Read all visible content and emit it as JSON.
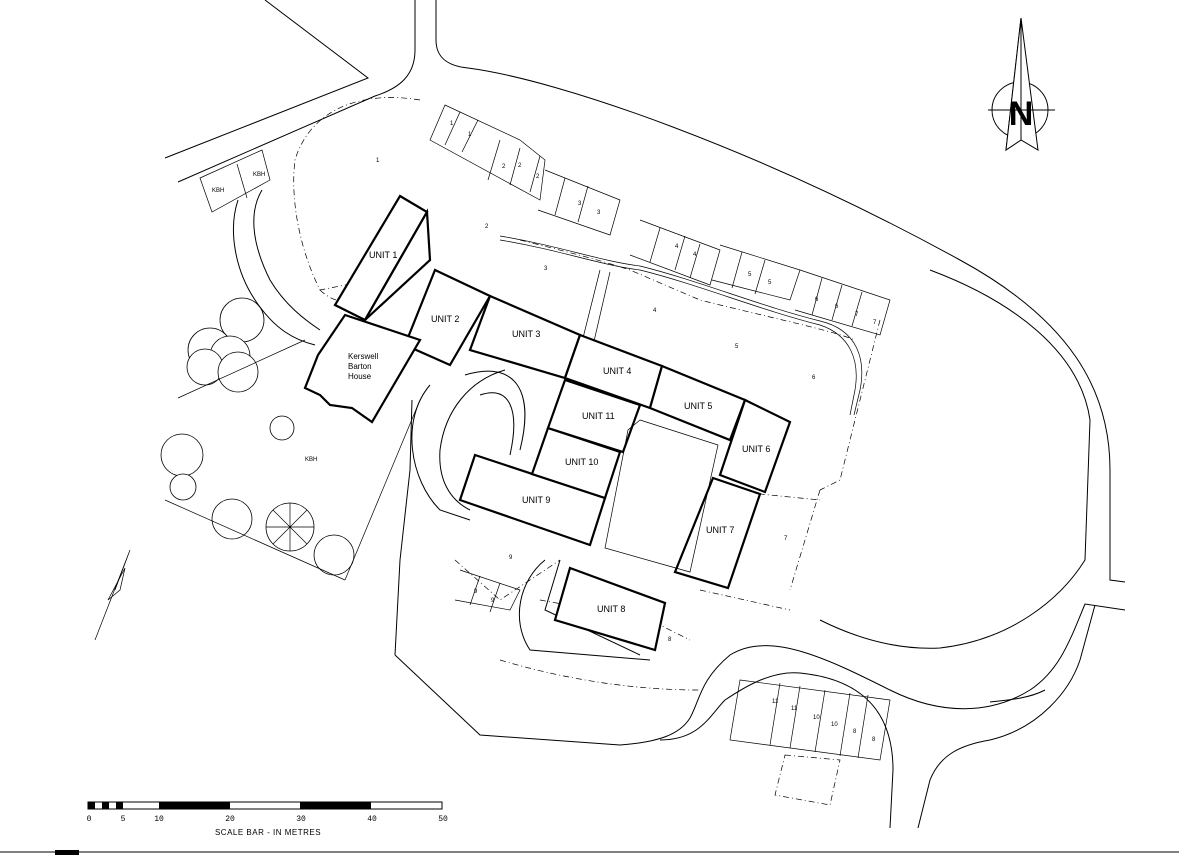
{
  "units": [
    {
      "id": "u1",
      "label": "UNIT 1"
    },
    {
      "id": "u2",
      "label": "UNIT 2"
    },
    {
      "id": "u3",
      "label": "UNIT 3"
    },
    {
      "id": "u4",
      "label": "UNIT 4"
    },
    {
      "id": "u5",
      "label": "UNIT 5"
    },
    {
      "id": "u6",
      "label": "UNIT 6"
    },
    {
      "id": "u7",
      "label": "UNIT 7"
    },
    {
      "id": "u8",
      "label": "UNIT 8"
    },
    {
      "id": "u9",
      "label": "UNIT 9"
    },
    {
      "id": "u10",
      "label": "UNIT 10"
    },
    {
      "id": "u11",
      "label": "UNIT 11"
    }
  ],
  "house": {
    "line1": "Kerswell",
    "line2": "Barton",
    "line3": "House",
    "code": "KBH"
  },
  "plot_labels": [
    "1",
    "1",
    "1",
    "2",
    "2",
    "2",
    "2",
    "3",
    "3",
    "3",
    "4",
    "4",
    "4",
    "5",
    "5",
    "5",
    "6",
    "6",
    "6",
    "7",
    "7",
    "7",
    "8",
    "9",
    "9",
    "9",
    "10",
    "10",
    "11",
    "11",
    "8",
    "8",
    "KBH",
    "KBH"
  ],
  "north": {
    "letter": "N"
  },
  "scale_bar": {
    "ticks": [
      "0",
      "5",
      "10",
      "20",
      "30",
      "40",
      "50"
    ],
    "caption": "SCALE BAR - IN METRES"
  }
}
